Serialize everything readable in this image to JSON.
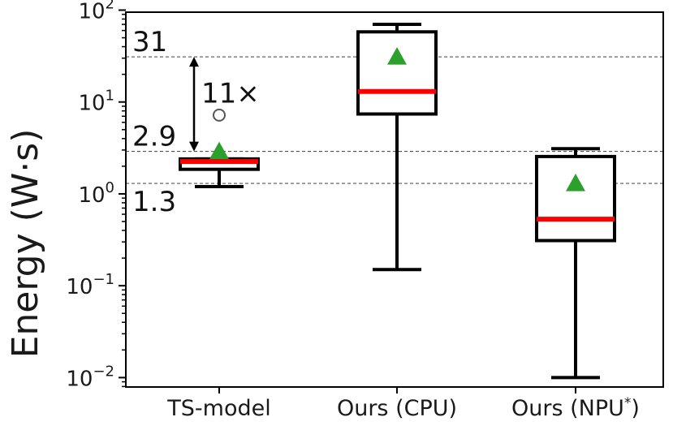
{
  "chart_data": {
    "type": "box",
    "ylabel": "Energy (W·s)",
    "yscale": "log",
    "ylim": [
      0.0079,
      95
    ],
    "yticks": [
      {
        "value": 0.01,
        "base": "10",
        "exp": "−2"
      },
      {
        "value": 0.1,
        "base": "10",
        "exp": "−1"
      },
      {
        "value": 1,
        "base": "10",
        "exp": "0"
      },
      {
        "value": 10,
        "base": "10",
        "exp": "1"
      },
      {
        "value": 100,
        "base": "10",
        "exp": "2"
      }
    ],
    "categories": [
      "TS-model",
      "Ours (CPU)",
      "Ours (NPU*)"
    ],
    "boxes": [
      {
        "whisker_low": 1.2,
        "q1": 1.85,
        "median": 2.25,
        "q3": 2.4,
        "whisker_high": 2.4,
        "mean": 2.9,
        "outliers": [
          7.2
        ]
      },
      {
        "whisker_low": 0.15,
        "q1": 7.4,
        "median": 13,
        "q3": 58,
        "whisker_high": 70,
        "mean": 31,
        "outliers": []
      },
      {
        "whisker_low": 0.01,
        "q1": 0.31,
        "median": 0.53,
        "q3": 2.55,
        "whisker_high": 3.1,
        "mean": 1.3,
        "outliers": []
      }
    ],
    "reference_lines": [
      {
        "value": 31,
        "label": "31"
      },
      {
        "value": 2.9,
        "label": "2.9"
      },
      {
        "value": 1.3,
        "label": "1.3"
      }
    ],
    "annotation": {
      "label": "11×",
      "from": 2.9,
      "to": 31
    },
    "colors": {
      "median": "#ff0000",
      "mean": "#2ca02c",
      "box": "#000000",
      "refline": "#555555"
    }
  }
}
